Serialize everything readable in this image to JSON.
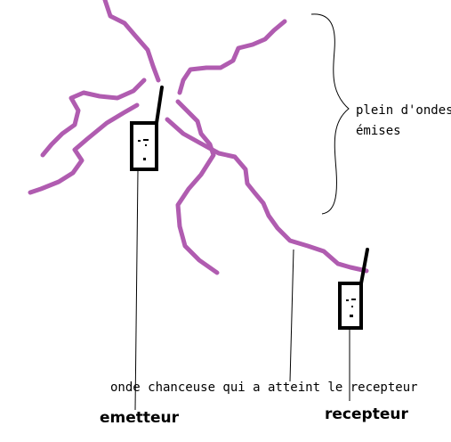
{
  "labels": {
    "waves_note": "plein d'ondes",
    "waves_note_2": "émises",
    "lucky_wave": "onde chanceuse qui a atteint le recepteur",
    "emitter": "emetteur",
    "receiver": "recepteur"
  },
  "colors": {
    "wave": "#b05cb0",
    "ink": "#000000",
    "background": "#ffffff"
  },
  "icons": {
    "emitter_device": "walkie-talkie-icon",
    "receiver_device": "walkie-talkie-icon"
  }
}
